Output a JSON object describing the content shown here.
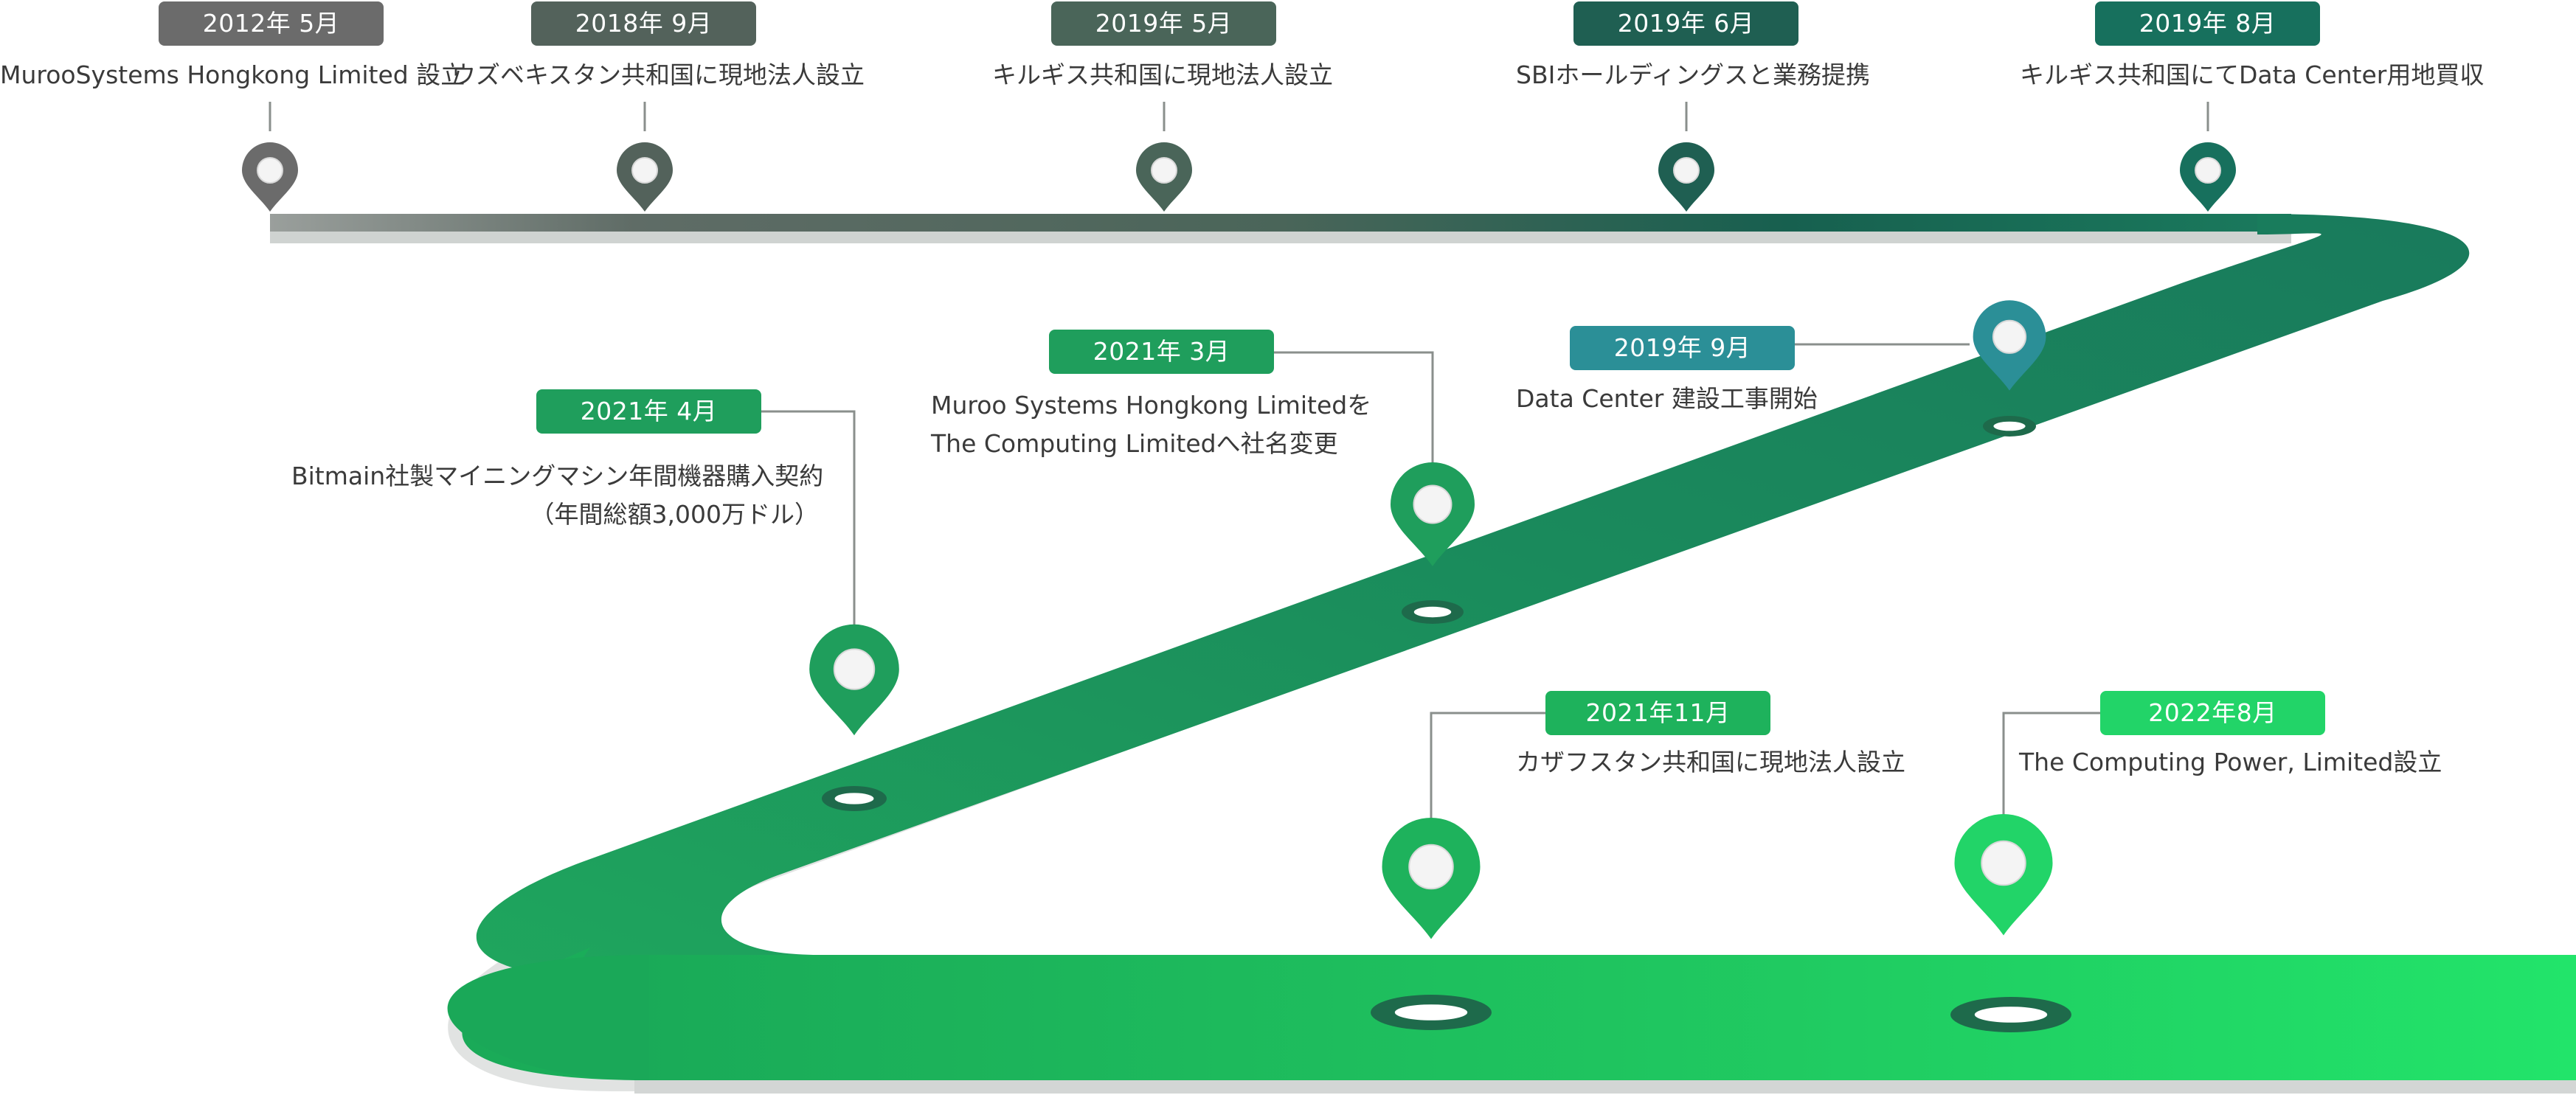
{
  "colors": {
    "gray_dark": "#6b6b6b",
    "slate": "#53625b",
    "slate_green": "#4a6559",
    "teal_dark": "#1f5f52",
    "teal": "#17705d",
    "teal_blue": "#2b8f97",
    "green_mid": "#1f9e5c",
    "green": "#1eb25c",
    "green_bright": "#22d468"
  },
  "events": [
    {
      "date": "2012年 5月",
      "lines": [
        "MurooSystems Hongkong Limited 設立"
      ]
    },
    {
      "date": "2018年 9月",
      "lines": [
        "ウズベキスタン共和国に現地法人設立"
      ]
    },
    {
      "date": "2019年 5月",
      "lines": [
        "キルギス共和国に現地法人設立"
      ]
    },
    {
      "date": "2019年 6月",
      "lines": [
        "SBIホールディングスと業務提携"
      ]
    },
    {
      "date": "2019年 8月",
      "lines": [
        "キルギス共和国にてData Center用地買収"
      ]
    },
    {
      "date": "2019年 9月",
      "lines": [
        "Data Center 建設工事開始"
      ]
    },
    {
      "date": "2021年 3月",
      "lines": [
        "Muroo Systems Hongkong Limitedを",
        "The Computing Limitedへ社名変更"
      ]
    },
    {
      "date": "2021年 4月",
      "lines": [
        "Bitmain社製マイニングマシン年間機器購入契約",
        "（年間総額3,000万ドル）"
      ]
    },
    {
      "date": "2021年11月",
      "lines": [
        "カザフスタン共和国に現地法人設立"
      ]
    },
    {
      "date": "2022年8月",
      "lines": [
        "The Computing Power, Limited設立"
      ]
    }
  ]
}
